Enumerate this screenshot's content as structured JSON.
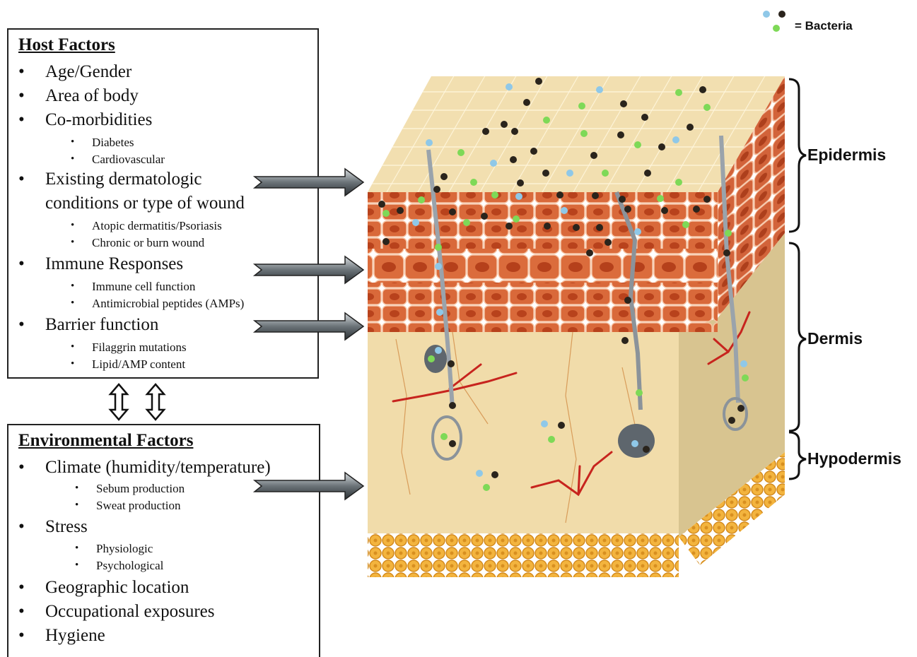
{
  "legend": {
    "label": "= Bacteria",
    "colors": [
      "#8fc8e8",
      "#2a241c",
      "#7ed957"
    ]
  },
  "host_factors": {
    "title": "Host Factors",
    "items": [
      {
        "text": "Age/Gender",
        "subitems": []
      },
      {
        "text": "Area of body",
        "subitems": []
      },
      {
        "text": "Co-morbidities",
        "subitems": [
          "Diabetes",
          "Cardiovascular"
        ]
      },
      {
        "text": "Existing dermatologic",
        "continuation": "conditions or type of wound",
        "subitems": [
          "Atopic dermatitis/Psoriasis",
          "Chronic or burn wound"
        ]
      },
      {
        "text": "Immune Responses",
        "subitems": [
          "Immune cell function",
          "Antimicrobial peptides (AMPs)"
        ]
      },
      {
        "text": "Barrier function",
        "subitems": [
          "Filaggrin mutations",
          "Lipid/AMP content"
        ]
      }
    ]
  },
  "environmental_factors": {
    "title": "Environmental Factors",
    "items": [
      {
        "text": "Climate (humidity/temperature)",
        "subitems": [
          "Sebum production",
          "Sweat production"
        ]
      },
      {
        "text": "Stress",
        "subitems": [
          "Physiologic",
          "Psychological"
        ]
      },
      {
        "text": "Geographic location",
        "subitems": []
      },
      {
        "text": "Occupational exposures",
        "subitems": []
      },
      {
        "text": "Hygiene",
        "subitems": []
      }
    ]
  },
  "skin_layers": {
    "epidermis": "Epidermis",
    "dermis": "Dermis",
    "hypodermis": "Hypodermis"
  },
  "colors": {
    "surface": "#f2dfb0",
    "dermis": "#f1dcaa",
    "cell": "#d9693a",
    "nucleus": "#b8421c",
    "fat": "#f3b43e",
    "vessel": "#c7241e",
    "hair": "#9aa3ab"
  }
}
